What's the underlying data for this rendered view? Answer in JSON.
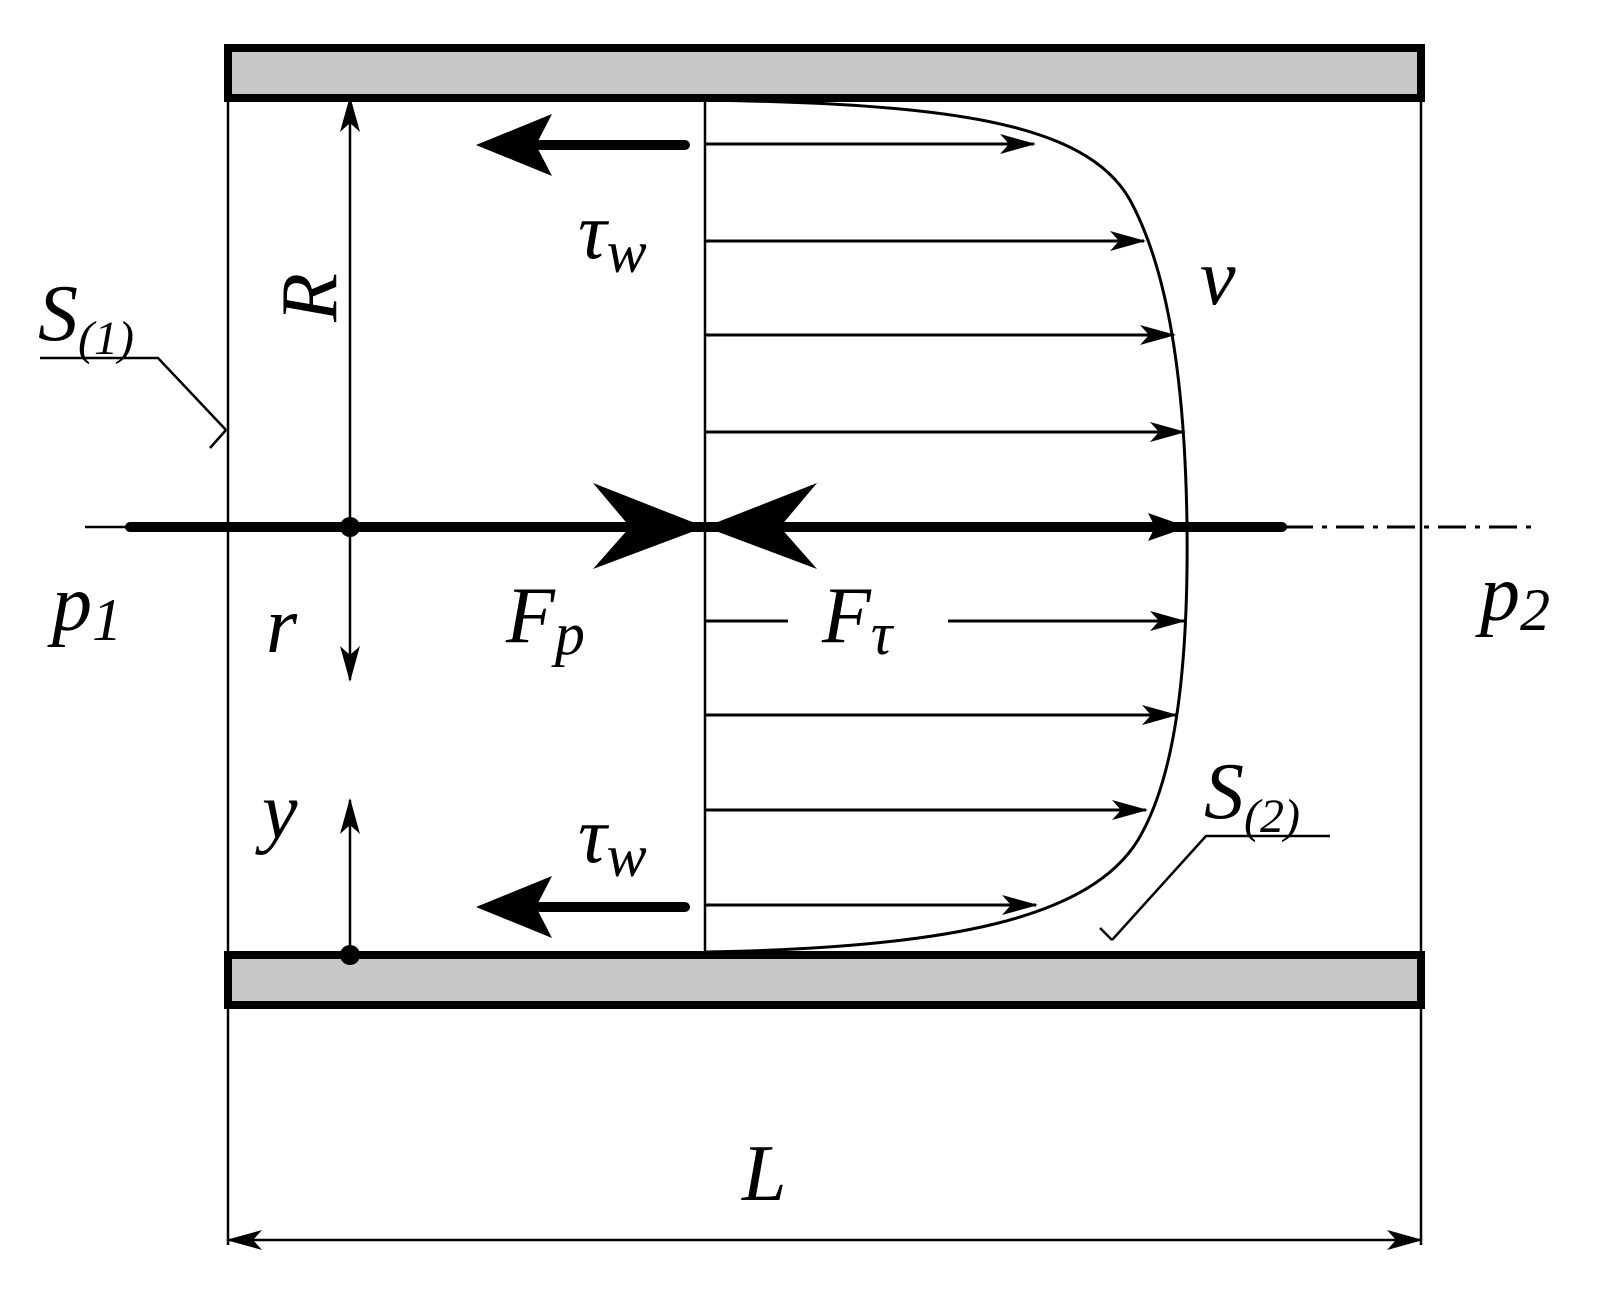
{
  "colors": {
    "wall_fill": "#c8c8c8",
    "line": "#000000",
    "background": "#ffffff"
  },
  "labels": {
    "S1": {
      "main": "S",
      "sub": "(1)"
    },
    "S2": {
      "main": "S",
      "sub": "(2)"
    },
    "R": "R",
    "r": "r",
    "y": "y",
    "v": "v",
    "L": "L",
    "p1": {
      "main": "p",
      "sub": "1"
    },
    "p2": {
      "main": "p",
      "sub": "2"
    },
    "Fp": {
      "main": "F",
      "sub": "p"
    },
    "Ftau": {
      "main": "F",
      "sub": "τ"
    },
    "tau_w_top": {
      "main": "τ",
      "sub": "w"
    },
    "tau_w_bottom": {
      "main": "τ",
      "sub": "w"
    }
  }
}
